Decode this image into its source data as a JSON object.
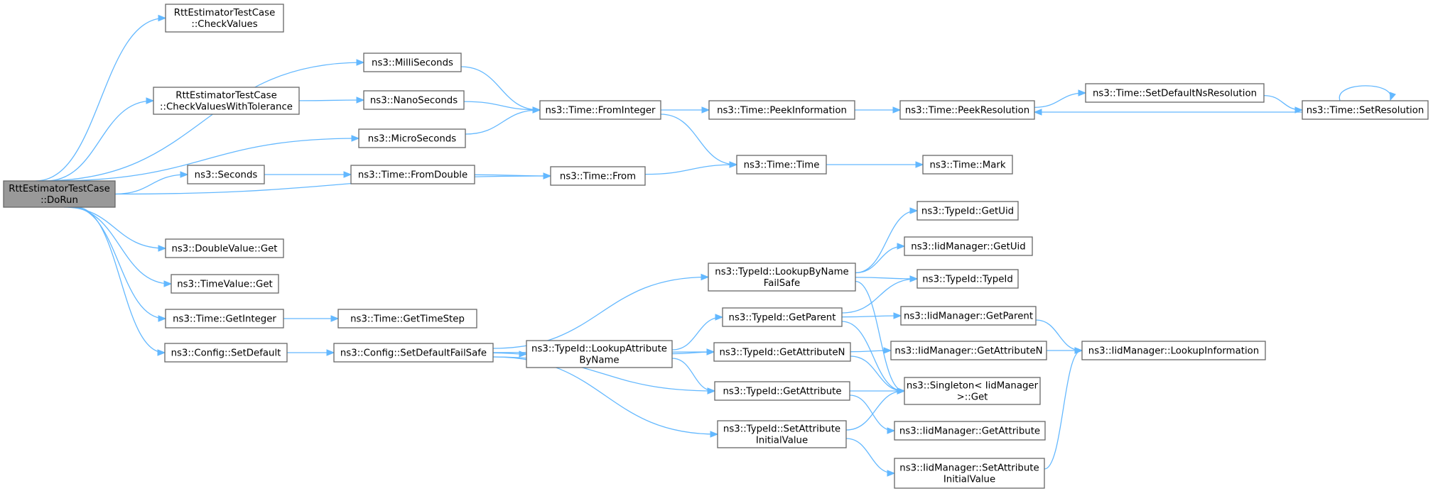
{
  "nodes": [
    {
      "id": "root",
      "lines": [
        "RttEstimatorTestCase",
        "::DoRun"
      ],
      "root": true
    },
    {
      "id": "checkValues",
      "lines": [
        "RttEstimatorTestCase",
        "::CheckValues"
      ]
    },
    {
      "id": "milliSeconds",
      "lines": [
        "ns3::MilliSeconds"
      ]
    },
    {
      "id": "checkTol",
      "lines": [
        "RttEstimatorTestCase",
        "::CheckValuesWithTolerance"
      ]
    },
    {
      "id": "nanoSeconds",
      "lines": [
        "ns3::NanoSeconds"
      ]
    },
    {
      "id": "microSeconds",
      "lines": [
        "ns3::MicroSeconds"
      ]
    },
    {
      "id": "seconds",
      "lines": [
        "ns3::Seconds"
      ]
    },
    {
      "id": "fromDouble",
      "lines": [
        "ns3::Time::FromDouble"
      ]
    },
    {
      "id": "fromInteger",
      "lines": [
        "ns3::Time::FromInteger"
      ]
    },
    {
      "id": "from",
      "lines": [
        "ns3::Time::From"
      ]
    },
    {
      "id": "peekInfo",
      "lines": [
        "ns3::Time::PeekInformation"
      ]
    },
    {
      "id": "peekRes",
      "lines": [
        "ns3::Time::PeekResolution"
      ]
    },
    {
      "id": "setDefNs",
      "lines": [
        "ns3::Time::SetDefaultNsResolution"
      ]
    },
    {
      "id": "setRes",
      "lines": [
        "ns3::Time::SetResolution"
      ]
    },
    {
      "id": "timeTime",
      "lines": [
        "ns3::Time::Time"
      ]
    },
    {
      "id": "timeMark",
      "lines": [
        "ns3::Time::Mark"
      ]
    },
    {
      "id": "doubleGet",
      "lines": [
        "ns3::DoubleValue::Get"
      ]
    },
    {
      "id": "timeValueGet",
      "lines": [
        "ns3::TimeValue::Get"
      ]
    },
    {
      "id": "getInteger",
      "lines": [
        "ns3::Time::GetInteger"
      ]
    },
    {
      "id": "getTimeStep",
      "lines": [
        "ns3::Time::GetTimeStep"
      ]
    },
    {
      "id": "configSetDefault",
      "lines": [
        "ns3::Config::SetDefault"
      ]
    },
    {
      "id": "configSetDefaultFailSafe",
      "lines": [
        "ns3::Config::SetDefaultFailSafe"
      ]
    },
    {
      "id": "lookupAttrByName",
      "lines": [
        "ns3::TypeId::LookupAttribute",
        "ByName"
      ]
    },
    {
      "id": "lookupByNameFailSafe",
      "lines": [
        "ns3::TypeId::LookupByName",
        "FailSafe"
      ]
    },
    {
      "id": "typeIdGetUid",
      "lines": [
        "ns3::TypeId::GetUid"
      ]
    },
    {
      "id": "iidGetUid",
      "lines": [
        "ns3::IidManager::GetUid"
      ]
    },
    {
      "id": "typeIdTypeId",
      "lines": [
        "ns3::TypeId::TypeId"
      ]
    },
    {
      "id": "typeIdGetParent",
      "lines": [
        "ns3::TypeId::GetParent"
      ]
    },
    {
      "id": "iidGetParent",
      "lines": [
        "ns3::IidManager::GetParent"
      ]
    },
    {
      "id": "typeIdGetAttrN",
      "lines": [
        "ns3::TypeId::GetAttributeN"
      ]
    },
    {
      "id": "iidGetAttrN",
      "lines": [
        "ns3::IidManager::GetAttributeN"
      ]
    },
    {
      "id": "iidLookupInfo",
      "lines": [
        "ns3::IidManager::LookupInformation"
      ]
    },
    {
      "id": "typeIdGetAttr",
      "lines": [
        "ns3::TypeId::GetAttribute"
      ]
    },
    {
      "id": "singletonGet",
      "lines": [
        "ns3::Singleton< IidManager",
        " >::Get"
      ]
    },
    {
      "id": "iidGetAttr",
      "lines": [
        "ns3::IidManager::GetAttribute"
      ]
    },
    {
      "id": "typeIdSetAttrInit",
      "lines": [
        "ns3::TypeId::SetAttribute",
        "InitialValue"
      ]
    },
    {
      "id": "iidSetAttrInit",
      "lines": [
        "ns3::IidManager::SetAttribute",
        "InitialValue"
      ]
    }
  ],
  "edges": [
    [
      "root",
      "checkValues"
    ],
    [
      "root",
      "milliSeconds"
    ],
    [
      "root",
      "checkTol"
    ],
    [
      "root",
      "microSeconds"
    ],
    [
      "root",
      "seconds"
    ],
    [
      "root",
      "from"
    ],
    [
      "root",
      "doubleGet"
    ],
    [
      "root",
      "timeValueGet"
    ],
    [
      "root",
      "getInteger"
    ],
    [
      "root",
      "configSetDefault"
    ],
    [
      "checkTol",
      "nanoSeconds"
    ],
    [
      "milliSeconds",
      "fromInteger"
    ],
    [
      "nanoSeconds",
      "fromInteger"
    ],
    [
      "microSeconds",
      "fromInteger"
    ],
    [
      "seconds",
      "fromDouble"
    ],
    [
      "fromDouble",
      "from"
    ],
    [
      "from",
      "timeTime"
    ],
    [
      "fromInteger",
      "peekInfo"
    ],
    [
      "fromInteger",
      "timeTime"
    ],
    [
      "peekInfo",
      "peekRes"
    ],
    [
      "peekRes",
      "setDefNs"
    ],
    [
      "setDefNs",
      "setRes"
    ],
    [
      "setRes",
      "peekRes"
    ],
    [
      "setRes",
      "setRes"
    ],
    [
      "timeTime",
      "timeMark"
    ],
    [
      "getInteger",
      "getTimeStep"
    ],
    [
      "configSetDefault",
      "configSetDefaultFailSafe"
    ],
    [
      "configSetDefaultFailSafe",
      "lookupByNameFailSafe"
    ],
    [
      "configSetDefaultFailSafe",
      "typeIdGetAttrN"
    ],
    [
      "configSetDefaultFailSafe",
      "lookupAttrByName"
    ],
    [
      "configSetDefaultFailSafe",
      "typeIdGetAttr"
    ],
    [
      "configSetDefaultFailSafe",
      "typeIdSetAttrInit"
    ],
    [
      "lookupByNameFailSafe",
      "typeIdGetUid"
    ],
    [
      "lookupByNameFailSafe",
      "iidGetUid"
    ],
    [
      "lookupByNameFailSafe",
      "typeIdTypeId"
    ],
    [
      "lookupByNameFailSafe",
      "singletonGet"
    ],
    [
      "lookupAttrByName",
      "typeIdGetParent"
    ],
    [
      "lookupAttrByName",
      "typeIdGetAttrN"
    ],
    [
      "lookupAttrByName",
      "typeIdGetAttr"
    ],
    [
      "typeIdGetParent",
      "typeIdTypeId"
    ],
    [
      "typeIdGetParent",
      "iidGetParent"
    ],
    [
      "typeIdGetParent",
      "singletonGet"
    ],
    [
      "typeIdGetAttrN",
      "iidGetAttrN"
    ],
    [
      "typeIdGetAttrN",
      "singletonGet"
    ],
    [
      "iidGetParent",
      "iidLookupInfo"
    ],
    [
      "iidGetAttrN",
      "iidLookupInfo"
    ],
    [
      "typeIdGetAttr",
      "singletonGet"
    ],
    [
      "typeIdGetAttr",
      "iidGetAttr"
    ],
    [
      "typeIdSetAttrInit",
      "singletonGet"
    ],
    [
      "typeIdSetAttrInit",
      "iidSetAttrInit"
    ],
    [
      "iidSetAttrInit",
      "iidLookupInfo"
    ]
  ]
}
